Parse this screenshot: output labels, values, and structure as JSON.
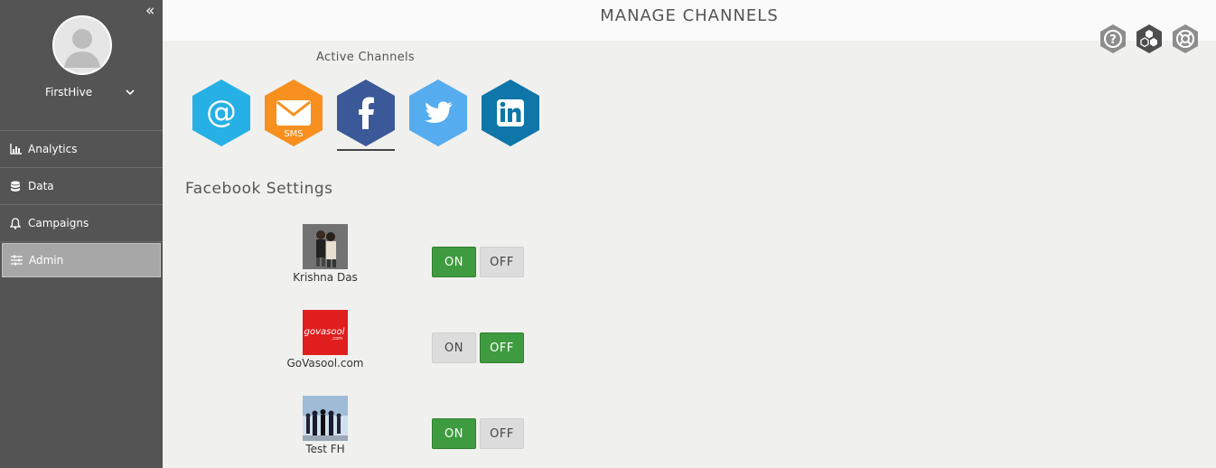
{
  "sidebar": {
    "user_name": "FirstHive",
    "items": [
      {
        "label": "Analytics",
        "icon": "bar-chart-icon"
      },
      {
        "label": "Data",
        "icon": "database-icon"
      },
      {
        "label": "Campaigns",
        "icon": "bell-icon"
      },
      {
        "label": "Admin",
        "icon": "sliders-icon"
      }
    ],
    "active_item": "Admin"
  },
  "header": {
    "title": "MANAGE CHANNELS",
    "icons": [
      "help-icon",
      "hive-logo-icon",
      "support-icon"
    ]
  },
  "channels": {
    "label": "Active Channels",
    "items": [
      {
        "name": "email",
        "icon": "at-icon",
        "color": "#27b0e6"
      },
      {
        "name": "sms",
        "icon": "envelope-sms-icon",
        "color": "#f7901e",
        "caption": "SMS"
      },
      {
        "name": "facebook",
        "icon": "facebook-icon",
        "color": "#3b5998"
      },
      {
        "name": "twitter",
        "icon": "twitter-icon",
        "color": "#55acee"
      },
      {
        "name": "linkedin",
        "icon": "linkedin-icon",
        "color": "#0e76a8"
      }
    ],
    "selected": "facebook"
  },
  "settings": {
    "title": "Facebook Settings",
    "on_label": "ON",
    "off_label": "OFF",
    "accounts": [
      {
        "name": "Krishna Das",
        "state": "on"
      },
      {
        "name": "GoVasool.com",
        "state": "off",
        "logo_text": "govasool",
        "logo_sub": ".com"
      },
      {
        "name": "Test FH",
        "state": "on"
      }
    ]
  },
  "colors": {
    "sidebar_bg": "#545454",
    "active_green": "#3f9b3f",
    "content_bg": "#f0f0ee"
  }
}
